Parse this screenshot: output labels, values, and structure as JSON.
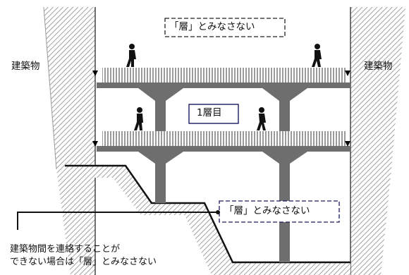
{
  "labels": {
    "building_left": "建築物",
    "building_right": "建築物",
    "top_not_floor": "「層」とみなさない",
    "first_floor": "1層目",
    "lower_not_floor": "「層」とみなさない",
    "note_line1": "建築物間を連絡することが",
    "note_line2": "できない場合は「層」とみなさない"
  },
  "colors": {
    "structure": "#6e6e6e",
    "lower_box_border": "#1a1a60",
    "first_floor_border": "#1a1a60",
    "text": "#111111"
  }
}
